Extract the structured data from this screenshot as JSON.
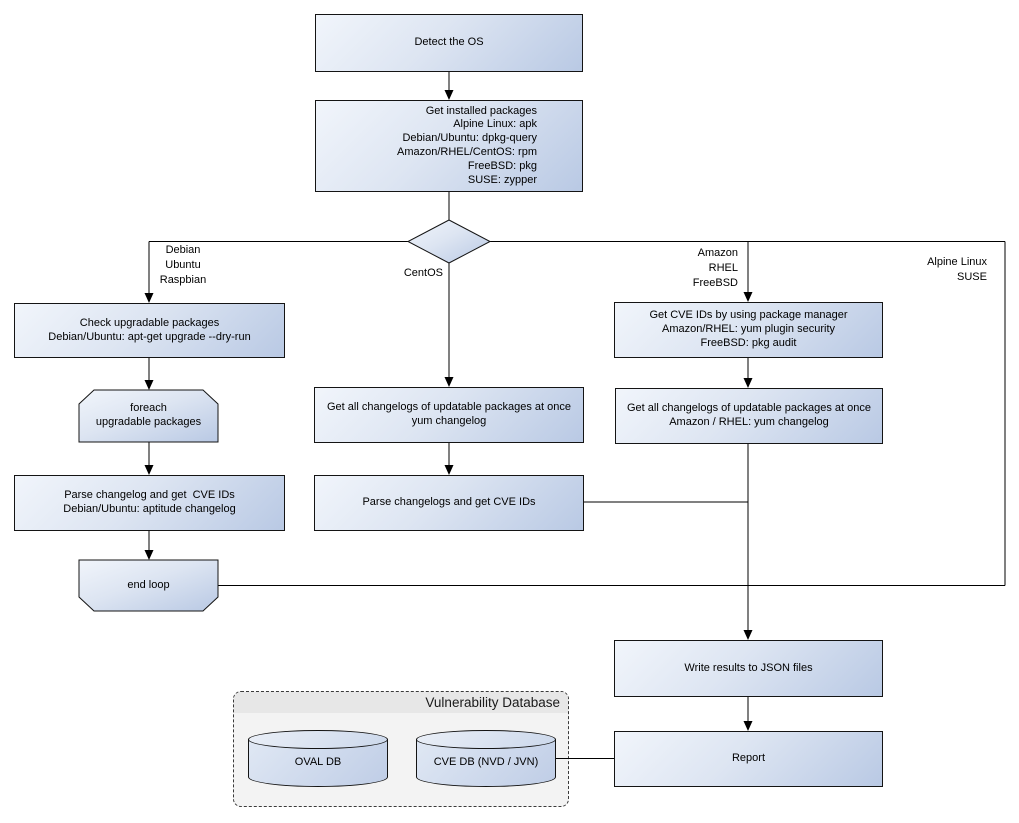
{
  "diagram_title": "OS package vulnerability scan flowchart",
  "colors": {
    "node_gradient_start": "#f1f5fb",
    "node_gradient_end": "#b9c9e4",
    "node_border": "#141414",
    "connector": "#000000",
    "db_panel_bg": "#f3f3f3",
    "db_header_bg": "#e7e7e7"
  },
  "nodes": {
    "detect_os": {
      "lines": [
        "Detect the OS"
      ]
    },
    "get_installed": {
      "lines": [
        "Get installed packages",
        "Alpine Linux: apk",
        "Debian/Ubuntu: dpkg-query",
        "Amazon/RHEL/CentOS: rpm",
        "FreeBSD: pkg",
        "SUSE: zypper"
      ]
    },
    "check_upgradable": {
      "lines": [
        "Check upgradable packages",
        "Debian/Ubuntu: apt-get upgrade --dry-run"
      ]
    },
    "foreach_loop": {
      "lines": [
        "foreach",
        "upgradable  packages"
      ]
    },
    "parse_changelog": {
      "lines": [
        "Parse changelog and get  CVE IDs",
        "Debian/Ubuntu: aptitude changelog"
      ]
    },
    "end_loop": {
      "lines": [
        "end loop"
      ]
    },
    "mid_changelogs": {
      "lines": [
        "Get all changelogs of updatable packages at once",
        "yum changelog"
      ]
    },
    "mid_parse": {
      "lines": [
        "Parse changelogs and get CVE IDs"
      ]
    },
    "right_cve": {
      "lines": [
        "Get CVE IDs by using package manager",
        "Amazon/RHEL: yum plugin security",
        "FreeBSD: pkg audit"
      ]
    },
    "right_changelogs": {
      "lines": [
        "Get all changelogs of updatable packages at once",
        "Amazon / RHEL: yum changelog"
      ]
    },
    "write_results": {
      "lines": [
        "Write results to JSON files"
      ]
    },
    "report": {
      "lines": [
        "Report"
      ]
    }
  },
  "branch_labels": {
    "debian": {
      "lines": [
        "Debian",
        "Ubuntu",
        "Raspbian"
      ]
    },
    "centos": {
      "lines": [
        "CentOS"
      ]
    },
    "amazon": {
      "lines": [
        "Amazon",
        "RHEL",
        "FreeBSD"
      ]
    },
    "alpine": {
      "lines": [
        "Alpine Linux",
        "SUSE"
      ]
    }
  },
  "database": {
    "title": "Vulnerability Database",
    "oval_label": "OVAL DB",
    "cve_label": "CVE DB (NVD / JVN)"
  }
}
